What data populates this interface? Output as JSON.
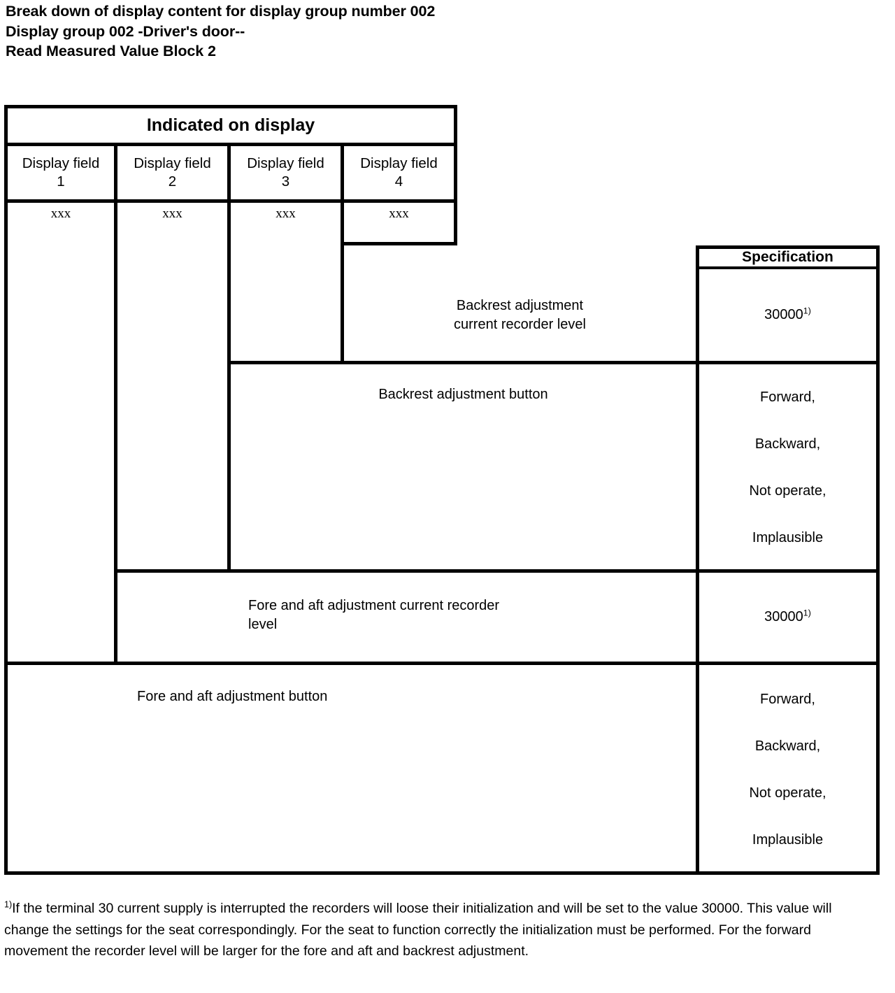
{
  "heading": {
    "line1": "Break down of display content for display group number 002",
    "line2": "Display group 002 -Driver's door--",
    "line3": "Read Measured Value Block 2"
  },
  "table": {
    "display_header": "Indicated on display",
    "spec_header": "Specification",
    "display_fields": [
      {
        "label": "Display field",
        "number": "1",
        "value": "xxx"
      },
      {
        "label": "Display field",
        "number": "2",
        "value": "xxx"
      },
      {
        "label": "Display field",
        "number": "3",
        "value": "xxx"
      },
      {
        "label": "Display field",
        "number": "4",
        "value": "xxx"
      }
    ],
    "rows": [
      {
        "description_line1": "Backrest adjustment",
        "description_line2": "current recorder level",
        "spec_value": "30000",
        "spec_footnote_mark": "1)"
      },
      {
        "description_line1": "Backrest adjustment button",
        "spec_options": [
          "Forward,",
          "Backward,",
          "Not operate,",
          "Implausible"
        ]
      },
      {
        "description_line1": "Fore and aft adjustment current recorder",
        "description_line2": "level",
        "spec_value": "30000",
        "spec_footnote_mark": "1)"
      },
      {
        "description_line1": "Fore and aft adjustment button",
        "spec_options": [
          "Forward,",
          "Backward,",
          "Not operate,",
          "Implausible"
        ]
      }
    ]
  },
  "footnote": {
    "mark": "1)",
    "text": "If the terminal 30 current supply is interrupted the recorders will loose their initialization and will be set to the value 30000. This value will change the settings for the seat correspondingly. For the seat to function correctly the initialization must be performed. For the forward movement the recorder level will be larger for the fore and aft and backrest adjustment."
  },
  "colors": {
    "ink": "#000000",
    "paper": "#ffffff"
  }
}
